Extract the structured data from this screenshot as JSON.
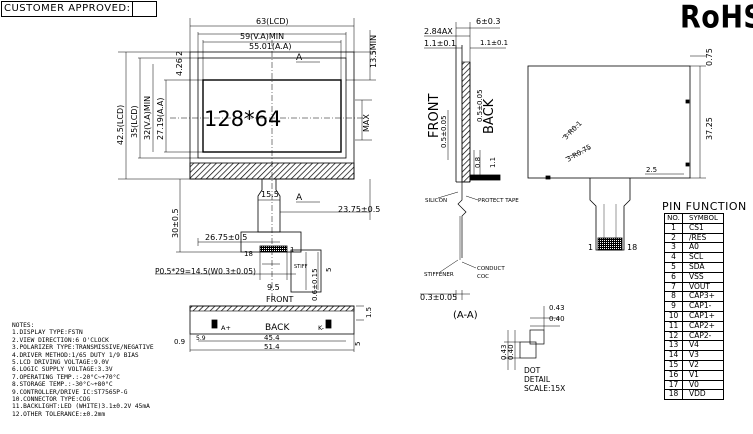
{
  "header": {
    "customer_approved": "CUSTOMER APPROVED:",
    "rohs": "RoHS"
  },
  "front_view": {
    "display_text": "128*64",
    "dim_lcd_width": "63(LCD)",
    "dim_va_width": "59(V.A)MIN",
    "dim_aa_width": "55.01(A.A)",
    "dim_lcd_height": "42.5(LCD)",
    "dim_va_height": "35(LCD)",
    "dim_va_min": "32(V.A)MIN",
    "dim_aa_height": "27.19(A.A)",
    "dim_top_2": "2",
    "dim_top_426": "4.26",
    "dim_right_135": "13.5MIN",
    "dim_right_max": "MAX",
    "dim_neck": "15.5",
    "dim_2375": "23.75±0.5",
    "dim_30": "30±0.5",
    "dim_2675": "26.75±0.5",
    "dim_pitch": "P0.5*29=14.5(W0.3±0.05)",
    "dim_95": "9.5",
    "dim_pin1": "1",
    "dim_pin18": "18",
    "dim_stiff": "STIFF",
    "dim_0615": "0.6±0.15",
    "dim_5": "5",
    "dim_front": "FRONT",
    "section_a1": "A",
    "section_a2": "A"
  },
  "back_strip": {
    "label": "BACK",
    "dim_left": "0.9",
    "dim_a_plus": "A+",
    "dim_k_minus": "K-",
    "dim_45": "45.4",
    "dim_514": "51.4",
    "dim_5": "5",
    "dim_59": "5.9",
    "dim_15": "1.5"
  },
  "side_view": {
    "front": "FRONT",
    "back": "BACK",
    "dim_284": "2.84AX",
    "dim_60": "6±0.3",
    "dim_11a": "1.1±0.1",
    "dim_11b": "1.1±0.1",
    "dim_05a": "0.5±0.05",
    "dim_05b": "0.5±0.05",
    "dim_08": "0.8",
    "dim_11c": "1.1",
    "silicon": "SILICON",
    "protect_tape": "PROTECT TAPE",
    "stiffener": "STIFFENER",
    "conduct": "CONDUCT",
    "cc": "COC",
    "dim_03": "0.3±0.05",
    "aa": "(A-A)"
  },
  "right_view": {
    "dim_075": "0.75",
    "dim_3725": "37.25",
    "dim_r01": "3-R0.1",
    "dim_r075": "3-R0.75",
    "dim_25": "2.5",
    "pin1": "1",
    "pin18": "18"
  },
  "dot_detail": {
    "dim_043": "0.43",
    "dim_040": "0.40",
    "dim_043v": "0.43",
    "dim_040v": "0.40",
    "title1": "DOT",
    "title2": "DETAIL",
    "scale": "SCALE:15X"
  },
  "notes": [
    "NOTES:",
    "1.DISPLAY TYPE:FSTN",
    "2.VIEW DIRECTION:6 O'CLOCK",
    "3.POLARIZER TYPE:TRANSMISSIVE/NEGATIVE",
    "4.DRIVER METHOD:1/65 DUTY 1/9 BIAS",
    "5.LCD DRIVING VOLTAGE:9.0V",
    "6.LOGIC SUPPLY VOLTAGE:3.3V",
    "7.OPERATING TEMP.:-20°C~+70°C",
    "8.STORAGE TEMP.:-30°C~+80°C",
    "9.CONTROLLER/DRIVE IC:ST7565P-G",
    "10.CONNECTOR TYPE:COG",
    "11.BACKLIGHT:LED (WHITE)3.1±0.2V   45mA",
    "12.OTHER TOLERANCE:±0.2mm"
  ],
  "pin_function": {
    "title": "PIN FUNCTION",
    "header": [
      "NO.",
      "SYMBOL"
    ],
    "rows": [
      [
        "1",
        "CS1"
      ],
      [
        "2",
        "/RES"
      ],
      [
        "3",
        "A0"
      ],
      [
        "4",
        "SCL"
      ],
      [
        "5",
        "SDA"
      ],
      [
        "6",
        "VSS"
      ],
      [
        "7",
        "VOUT"
      ],
      [
        "8",
        "CAP3+"
      ],
      [
        "9",
        "CAP1-"
      ],
      [
        "10",
        "CAP1+"
      ],
      [
        "11",
        "CAP2+"
      ],
      [
        "12",
        "CAP2-"
      ],
      [
        "13",
        "V4"
      ],
      [
        "14",
        "V3"
      ],
      [
        "15",
        "V2"
      ],
      [
        "16",
        "V1"
      ],
      [
        "17",
        "V0"
      ],
      [
        "18",
        "VDD"
      ]
    ]
  }
}
